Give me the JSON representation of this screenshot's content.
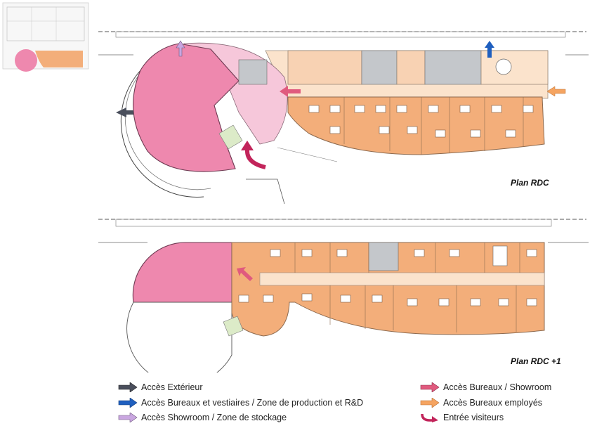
{
  "plans": {
    "rdc": {
      "title": "Plan RDC"
    },
    "rdc1": {
      "title": "Plan RDC +1"
    }
  },
  "legend": {
    "items": [
      {
        "key": "exterieur",
        "label": "Accès Extérieur",
        "color": "#4a4f5c",
        "shape": "arrow"
      },
      {
        "key": "bureaux_vestiaires",
        "label": "Accès Bureaux et vestiaires / Zone de production et R&D",
        "color": "#1f5fbf",
        "shape": "arrow"
      },
      {
        "key": "showroom_stockage",
        "label": "Accès Showroom / Zone de  stockage",
        "color": "#c9a6e0",
        "shape": "arrow"
      },
      {
        "key": "bureaux_showroom",
        "label": "Accès Bureaux / Showroom",
        "color": "#e05a7e",
        "shape": "arrow"
      },
      {
        "key": "bureaux_employes",
        "label": "Accès Bureaux employés",
        "color": "#f5a461",
        "shape": "arrow"
      },
      {
        "key": "entree_visiteurs",
        "label": "Entrée visiteurs",
        "color": "#c2245a",
        "shape": "curved-arrow"
      }
    ]
  },
  "colors": {
    "showroom_pink": "#ee88ae",
    "light_pink": "#f6c7da",
    "office_orange": "#f3ae7a",
    "corridor_peach": "#fbe3cc",
    "service_grey": "#c4c7cb"
  }
}
